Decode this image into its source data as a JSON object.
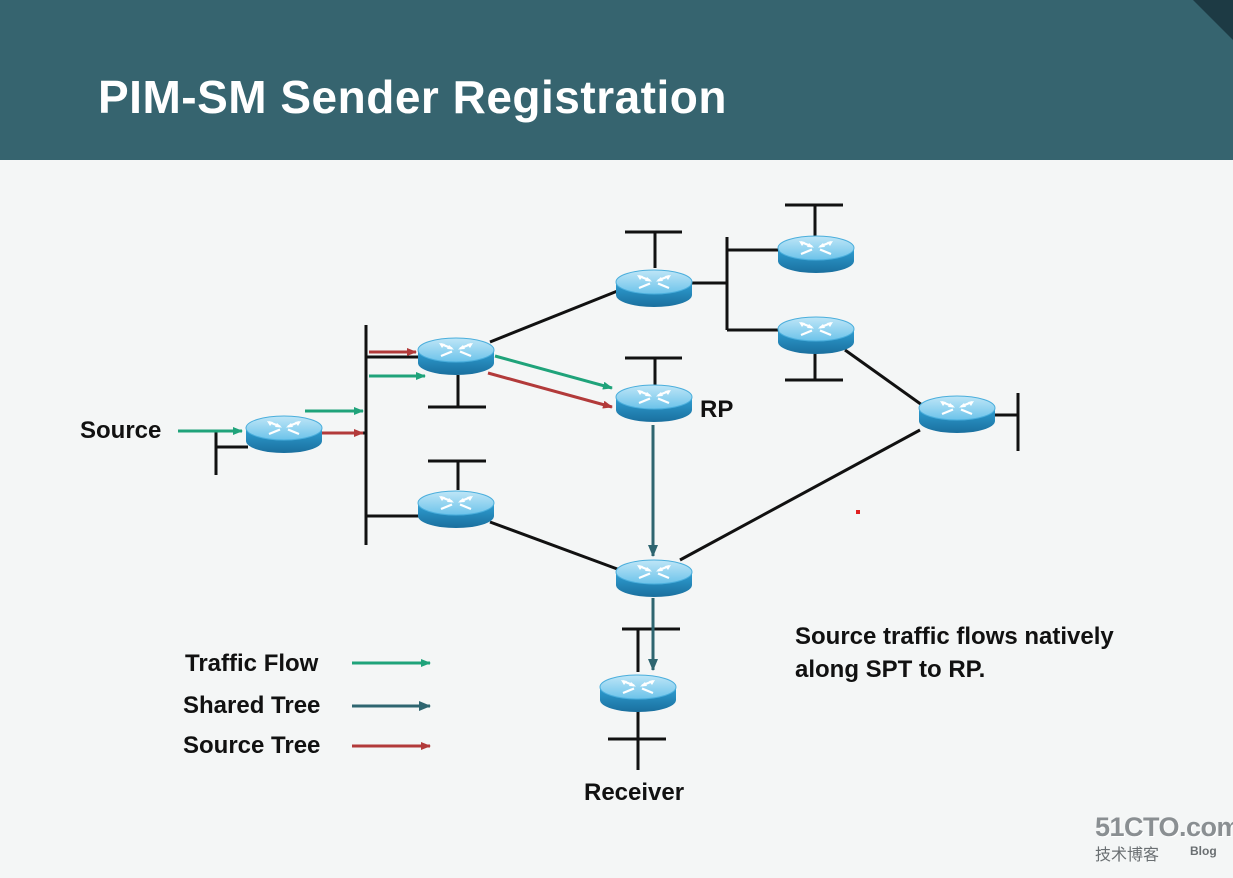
{
  "title": "PIM-SM Sender Registration",
  "labels": {
    "source": "Source",
    "rp": "RP",
    "receiver": "Receiver"
  },
  "legend": [
    {
      "label": "Traffic Flow",
      "color": "#1fa37a"
    },
    {
      "label": "Shared Tree",
      "color": "#2e6570"
    },
    {
      "label": "Source Tree",
      "color": "#b23a3a"
    }
  ],
  "caption": [
    "Source traffic flows natively",
    "along SPT to RP."
  ],
  "watermark": {
    "main": "51CTO.com",
    "sub": "技术博客",
    "blog": "Blog"
  },
  "colors": {
    "header": "#36646f",
    "router": "#2a93c6",
    "traffic": "#1fa37a",
    "shared": "#2e6570",
    "source_tree": "#b23a3a"
  }
}
